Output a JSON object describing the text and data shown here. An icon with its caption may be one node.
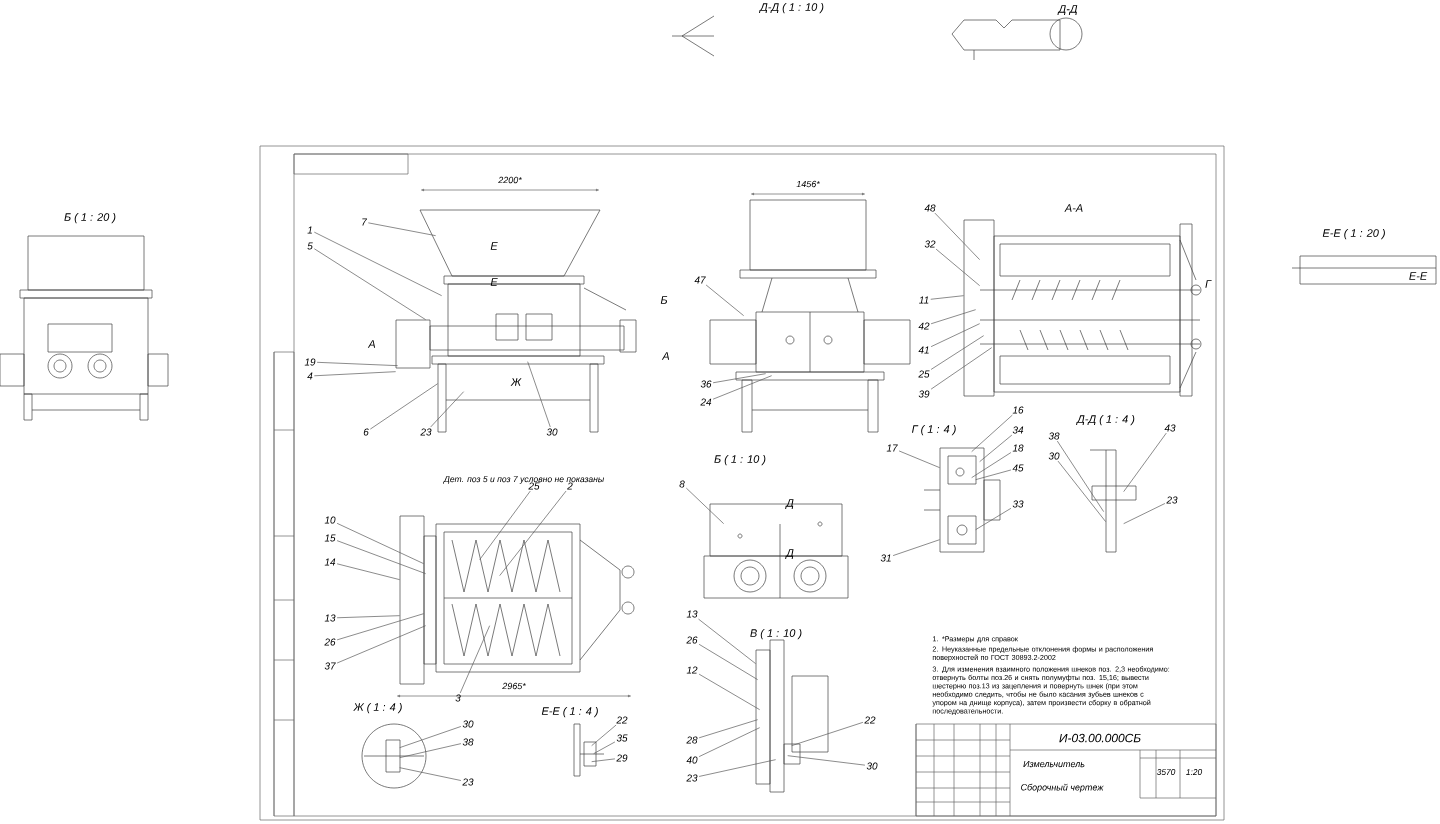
{
  "diagram": {
    "nodes": [
      {
        "text": [
          "7"
        ]
      },
      {
        "text": [
          "1"
        ]
      },
      {
        "text": [
          "5"
        ]
      },
      {
        "text": [
          "19"
        ]
      },
      {
        "text": [
          "4"
        ]
      },
      {
        "text": [
          "6"
        ]
      },
      {
        "text": [
          "23"
        ]
      },
      {
        "text": [
          "30"
        ]
      },
      {
        "text": [
          "47"
        ]
      },
      {
        "text": [
          "36"
        ]
      },
      {
        "text": [
          "24"
        ]
      },
      {
        "text": [
          "48"
        ]
      },
      {
        "text": [
          "32"
        ]
      },
      {
        "text": [
          "11"
        ]
      },
      {
        "text": [
          "42"
        ]
      },
      {
        "text": [
          "41"
        ]
      },
      {
        "text": [
          "25"
        ]
      },
      {
        "text": [
          "39"
        ]
      },
      {
        "text": [
          "25"
        ]
      },
      {
        "text": [
          "2"
        ]
      },
      {
        "text": [
          "10"
        ]
      },
      {
        "text": [
          "15"
        ]
      },
      {
        "text": [
          "14"
        ]
      },
      {
        "text": [
          "13"
        ]
      },
      {
        "text": [
          "26"
        ]
      },
      {
        "text": [
          "37"
        ]
      },
      {
        "text": [
          "3"
        ]
      },
      {
        "text": [
          "30"
        ]
      },
      {
        "text": [
          "38"
        ]
      },
      {
        "text": [
          "23"
        ]
      },
      {
        "text": [
          "22"
        ]
      },
      {
        "text": [
          "35"
        ]
      },
      {
        "text": [
          "29"
        ]
      },
      {
        "text": [
          "8"
        ]
      },
      {
        "text": [
          "13"
        ]
      },
      {
        "text": [
          "26"
        ]
      },
      {
        "text": [
          "12"
        ]
      },
      {
        "text": [
          "28"
        ]
      },
      {
        "text": [
          "40"
        ]
      },
      {
        "text": [
          "23"
        ]
      },
      {
        "text": [
          "22"
        ]
      },
      {
        "text": [
          "30"
        ]
      },
      {
        "text": [
          "17"
        ]
      },
      {
        "text": [
          "16"
        ]
      },
      {
        "text": [
          "34"
        ]
      },
      {
        "text": [
          "18"
        ]
      },
      {
        "text": [
          "45"
        ]
      },
      {
        "text": [
          "33"
        ]
      },
      {
        "text": [
          "31"
        ]
      },
      {
        "text": [
          "38"
        ]
      },
      {
        "text": [
          "30"
        ]
      },
      {
        "text": [
          "43"
        ]
      },
      {
        "text": [
          "23"
        ]
      },
      {
        "text": [],
        "shape": "picture"
      },
      {
        "text": [],
        "shape": "picture"
      },
      {
        "text": [],
        "shape": "picture"
      },
      {
        "text": [],
        "shape": "picture"
      },
      {
        "text": [],
        "shape": "picture"
      },
      {
        "text": [],
        "shape": "picture"
      },
      {
        "text": [],
        "shape": "picture"
      },
      {
        "text": [],
        "shape": "picture"
      },
      {
        "text": [],
        "shape": "picture"
      },
      {
        "text": [],
        "shape": "picture"
      }
    ],
    "edges": [
      {
        "from": 0,
        "to": 53,
        "arrow": "none"
      },
      {
        "from": 1,
        "to": 53,
        "arrow": "none"
      },
      {
        "from": 2,
        "to": 53,
        "arrow": "none"
      },
      {
        "from": 3,
        "to": 53,
        "arrow": "none"
      },
      {
        "from": 4,
        "to": 53,
        "arrow": "none"
      },
      {
        "from": 5,
        "to": 53,
        "arrow": "none"
      },
      {
        "from": 6,
        "to": 53,
        "arrow": "none"
      },
      {
        "from": 7,
        "to": 53,
        "arrow": "none"
      },
      {
        "from": 8,
        "to": 54,
        "arrow": "none"
      },
      {
        "from": 9,
        "to": 54,
        "arrow": "none"
      },
      {
        "from": 10,
        "to": 54,
        "arrow": "none"
      },
      {
        "from": 11,
        "to": 55,
        "arrow": "none"
      },
      {
        "from": 12,
        "to": 55,
        "arrow": "none"
      },
      {
        "from": 13,
        "to": 55,
        "arrow": "none"
      },
      {
        "from": 14,
        "to": 55,
        "arrow": "none"
      },
      {
        "from": 15,
        "to": 55,
        "arrow": "none"
      },
      {
        "from": 16,
        "to": 55,
        "arrow": "none"
      },
      {
        "from": 17,
        "to": 55,
        "arrow": "none"
      },
      {
        "from": 18,
        "to": 56,
        "arrow": "none"
      },
      {
        "from": 19,
        "to": 56,
        "arrow": "none"
      },
      {
        "from": 20,
        "to": 56,
        "arrow": "none"
      },
      {
        "from": 21,
        "to": 56,
        "arrow": "none"
      },
      {
        "from": 22,
        "to": 56,
        "arrow": "none"
      },
      {
        "from": 23,
        "to": 56,
        "arrow": "none"
      },
      {
        "from": 24,
        "to": 56,
        "arrow": "none"
      },
      {
        "from": 25,
        "to": 56,
        "arrow": "none"
      },
      {
        "from": 26,
        "to": 56,
        "arrow": "none"
      },
      {
        "from": 27,
        "to": 57,
        "arrow": "none"
      },
      {
        "from": 28,
        "to": 57,
        "arrow": "none"
      },
      {
        "from": 29,
        "to": 57,
        "arrow": "none"
      },
      {
        "from": 30,
        "to": 58,
        "arrow": "none"
      },
      {
        "from": 31,
        "to": 58,
        "arrow": "none"
      },
      {
        "from": 32,
        "to": 58,
        "arrow": "none"
      },
      {
        "from": 33,
        "to": 59,
        "arrow": "none"
      },
      {
        "from": 34,
        "to": 60,
        "arrow": "none"
      },
      {
        "from": 35,
        "to": 60,
        "arrow": "none"
      },
      {
        "from": 36,
        "to": 60,
        "arrow": "none"
      },
      {
        "from": 37,
        "to": 60,
        "arrow": "none"
      },
      {
        "from": 38,
        "to": 60,
        "arrow": "none"
      },
      {
        "from": 39,
        "to": 60,
        "arrow": "none"
      },
      {
        "from": 40,
        "to": 60,
        "arrow": "none"
      },
      {
        "from": 41,
        "to": 60,
        "arrow": "none"
      },
      {
        "from": 42,
        "to": 61,
        "arrow": "none"
      },
      {
        "from": 43,
        "to": 61,
        "arrow": "none"
      },
      {
        "from": 44,
        "to": 61,
        "arrow": "none"
      },
      {
        "from": 45,
        "to": 61,
        "arrow": "none"
      },
      {
        "from": 46,
        "to": 61,
        "arrow": "none"
      },
      {
        "from": 47,
        "to": 61,
        "arrow": "none"
      },
      {
        "from": 48,
        "to": 61,
        "arrow": "none"
      },
      {
        "from": 49,
        "to": 62,
        "arrow": "none"
      },
      {
        "from": 50,
        "to": 62,
        "arrow": "none"
      },
      {
        "from": 51,
        "to": 62,
        "arrow": "none"
      },
      {
        "from": 52,
        "to": 62,
        "arrow": "none"
      }
    ],
    "labels": [
      "Б ( 1 : 20 )",
      "Д-Д ( 1 : 10 )",
      "Д-Д",
      "А-А",
      "Е-Е ( 1 : 20 )",
      "Е-Е",
      "2200*",
      "1456*",
      "Е",
      "Е",
      "Б",
      "А",
      "А",
      "Ж",
      "Г",
      "Дет. поз 5 и поз 7 условно не показаны",
      "Б ( 1 : 10 )",
      "Д",
      "Д",
      "Г ( 1 : 4 )",
      "Д-Д ( 1 : 4 )",
      "2965*",
      "Ж ( 1 : 4 )",
      "Е-Е ( 1 : 4 )",
      "В ( 1 : 10 )",
      "1. *Размеры для справок",
      "2. Неуказанные предельные отклонения формы и расположения поверхностей по ГОСТ 30893.2-2002",
      "3. Для изменения взаимного положения шнеков поз. 2,3 необходимо: отвернуть болты поз.26 и снять полумуфты поз. 15,16; вывести шестерню поз.13 из зацепления и повернуть шнек (при этом необходимо следить, чтобы не было касания зубьев шнеков с упором на днище корпуса), затем произвести сборку в обратной последовательности.",
      "И-03.00.000СБ",
      "Измельчитель",
      "Сборочный чертеж",
      "3570",
      "1:20"
    ]
  }
}
